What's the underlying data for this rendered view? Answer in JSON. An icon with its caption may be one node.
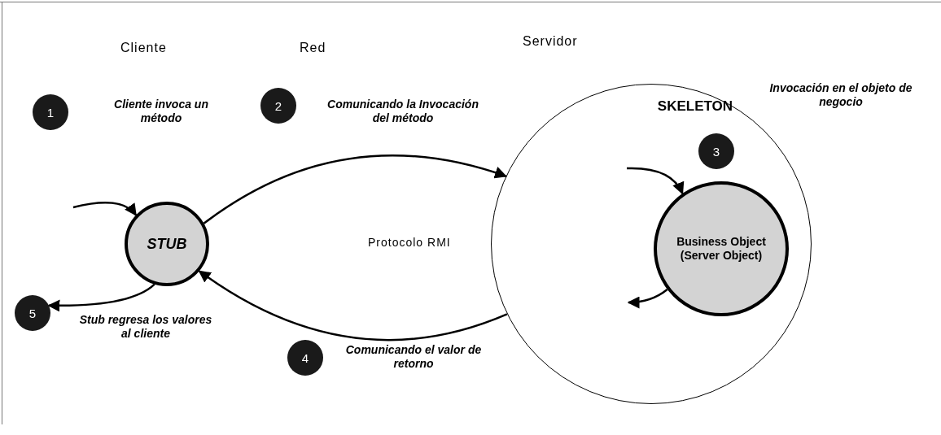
{
  "diagram": {
    "nodes": [
      {
        "text": [
          "STUB"
        ]
      },
      {
        "text": [
          "SKELETON"
        ]
      },
      {
        "text": [
          "Business Object (Server Object)"
        ],
        "in": 1
      },
      {
        "text": [
          "1"
        ],
        "beside": [
          "Cliente invoca un método"
        ]
      },
      {
        "text": [
          "2"
        ],
        "beside": [
          "Comunicando la Invocación del método"
        ]
      },
      {
        "text": [
          "3"
        ],
        "beside": [
          "Invocación en el objeto de negocio"
        ],
        "in": 1
      },
      {
        "text": [
          "4"
        ],
        "beside": [
          "Comunicando el valor de retorno"
        ]
      },
      {
        "text": [
          "5"
        ],
        "beside": [
          "Stub regresa los valores al cliente"
        ]
      }
    ],
    "edges": [
      {
        "from": null,
        "to": 0,
        "arrow": "to"
      },
      {
        "from": 0,
        "to": 1,
        "arrow": "to"
      },
      {
        "from": null,
        "to": 2,
        "arrow": "to"
      },
      {
        "from": 2,
        "to": null,
        "arrow": "to"
      },
      {
        "from": 1,
        "to": 0,
        "arrow": "to"
      },
      {
        "from": 0,
        "to": 7,
        "arrow": "to"
      }
    ],
    "labels": [
      "Cliente",
      "Red",
      "Servidor",
      "Protocolo RMI"
    ]
  }
}
